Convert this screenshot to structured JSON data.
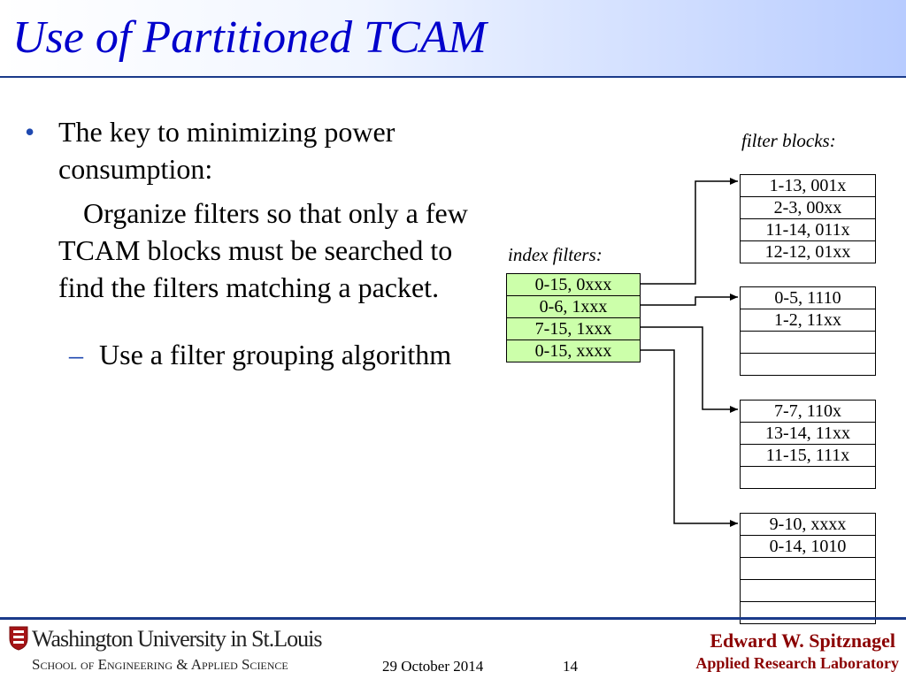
{
  "slide": {
    "title": "Use of Partitioned TCAM"
  },
  "bullets": {
    "main_bullet": "•",
    "main_text": "The key to minimizing power consumption:",
    "paragraph": "Organize filters so that only a few TCAM blocks must be searched to find the filters matching a packet.",
    "sub_dash": "–",
    "sub_text": "Use a filter grouping algorithm"
  },
  "diagram": {
    "index_label": "index filters:",
    "blocks_label": "filter blocks:",
    "index_filters": [
      "0-15, 0xxx",
      "0-6, 1xxx",
      "7-15, 1xxx",
      "0-15, xxxx"
    ],
    "blocks": [
      [
        "1-13, 001x",
        "2-3, 00xx",
        "11-14, 011x",
        "12-12, 01xx"
      ],
      [
        "0-5, 1110",
        "1-2, 11xx",
        "",
        ""
      ],
      [
        "7-7, 110x",
        "13-14, 11xx",
        "11-15, 111x",
        ""
      ],
      [
        "9-10, xxxx",
        "0-14, 1010",
        "",
        "",
        ""
      ]
    ],
    "index_color": "#ccffaa"
  },
  "footer": {
    "university": "Washington University in St.Louis",
    "school": "School of Engineering & Applied Science",
    "date": "29 October 2014",
    "page": "14",
    "author": "Edward W. Spitznagel",
    "lab": "Applied Research Laboratory"
  },
  "colors": {
    "title": "#0000cc",
    "bullet": "#1f49b0",
    "footer_text": "#8b0000",
    "rule": "#1a3a8a"
  }
}
